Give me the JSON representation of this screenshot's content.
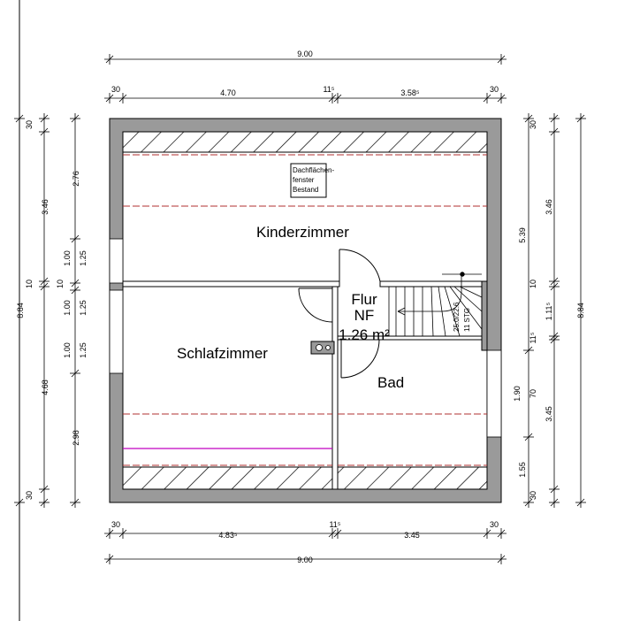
{
  "colors": {
    "wall": "#9a9a9a",
    "wall_stroke": "#000000",
    "line": "#000000",
    "slope_line": "#b03030",
    "magenta_line": "#c000c0",
    "background": "#ffffff"
  },
  "rooms": {
    "kinderzimmer": "Kinderzimmer",
    "schlafzimmer": "Schlafzimmer",
    "bad": "Bad",
    "flur_name": "Flur",
    "flur_nf": "NF",
    "flur_area": "1.26 m²"
  },
  "annotations": {
    "skylight_line1": "Dachflächen-",
    "skylight_line2": "fenster",
    "skylight_line3": "Bestand",
    "stair_line1": "25.0/22.6",
    "stair_line2": "11 STG"
  },
  "dimensions": {
    "top_outer": "9.00",
    "top_wall_left": "30",
    "top_room_left": "4.70",
    "top_inner_wall": "11⁵",
    "top_room_right": "3.58⁵",
    "top_wall_right": "30",
    "bottom_wall_left": "30",
    "bottom_room_left": "4.83⁵",
    "bottom_inner_wall": "11⁵",
    "bottom_room_right": "3.45",
    "bottom_wall_right": "30",
    "bottom_outer": "9.00",
    "left_outer": "8.84",
    "left_top_wall": "30",
    "left_upper": "3.46",
    "left_mid_wall": "10",
    "left_lower": "4.68",
    "left_bottom_wall": "30",
    "left_win_upper_sill": "2.76",
    "left_win_upper_w": "1.00",
    "left_win_upper_h": "1.25",
    "left_win_mid_w": "1.00",
    "left_win_mid_h": "1.25",
    "left_win_lower_w": "1.00",
    "left_win_lower_h": "1.25",
    "left_win_lower_sill": "2.98",
    "left_mid_wall_2": "10",
    "right_outer": "8.84",
    "right_top_wall": "30",
    "right_upper": "3.46",
    "right_mid_wall": "10",
    "right_flur": "1.11⁵",
    "right_bad_wall": "11⁵",
    "right_bad": "3.45",
    "right_bottom_wall": "30",
    "right_win_top": "5.39",
    "right_win_w": "1.90",
    "right_win_h": "70",
    "right_win_bottom": "1.55"
  }
}
